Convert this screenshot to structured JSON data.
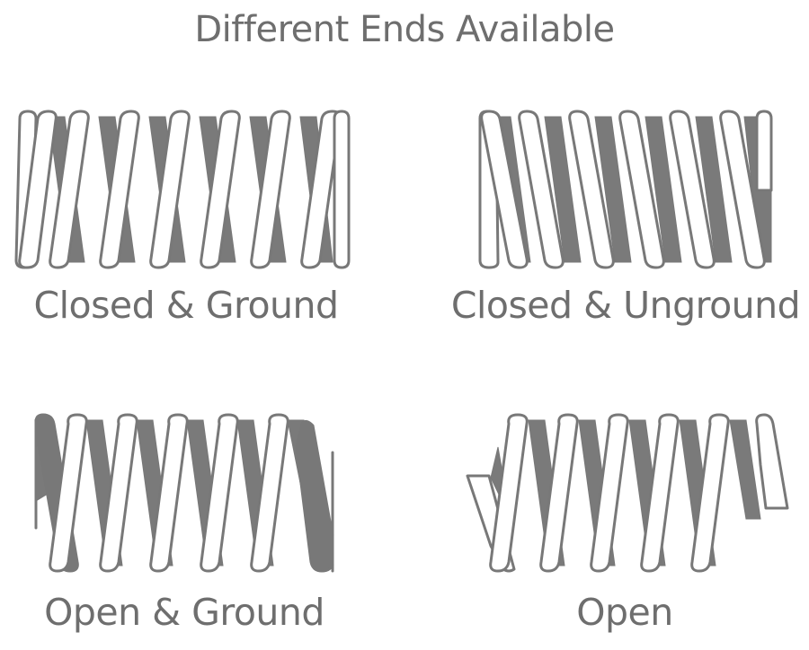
{
  "title": "Different Ends Available",
  "springs": [
    {
      "id": "closed-ground",
      "caption": "Closed & Ground"
    },
    {
      "id": "closed-unground",
      "caption": "Closed & Unground"
    },
    {
      "id": "open-ground",
      "caption": "Open & Ground"
    },
    {
      "id": "open",
      "caption": "Open"
    }
  ],
  "colors": {
    "text": "#6e6e6e",
    "stroke": "#787878",
    "fill_dark": "#7a7a7a",
    "background": "#ffffff"
  }
}
